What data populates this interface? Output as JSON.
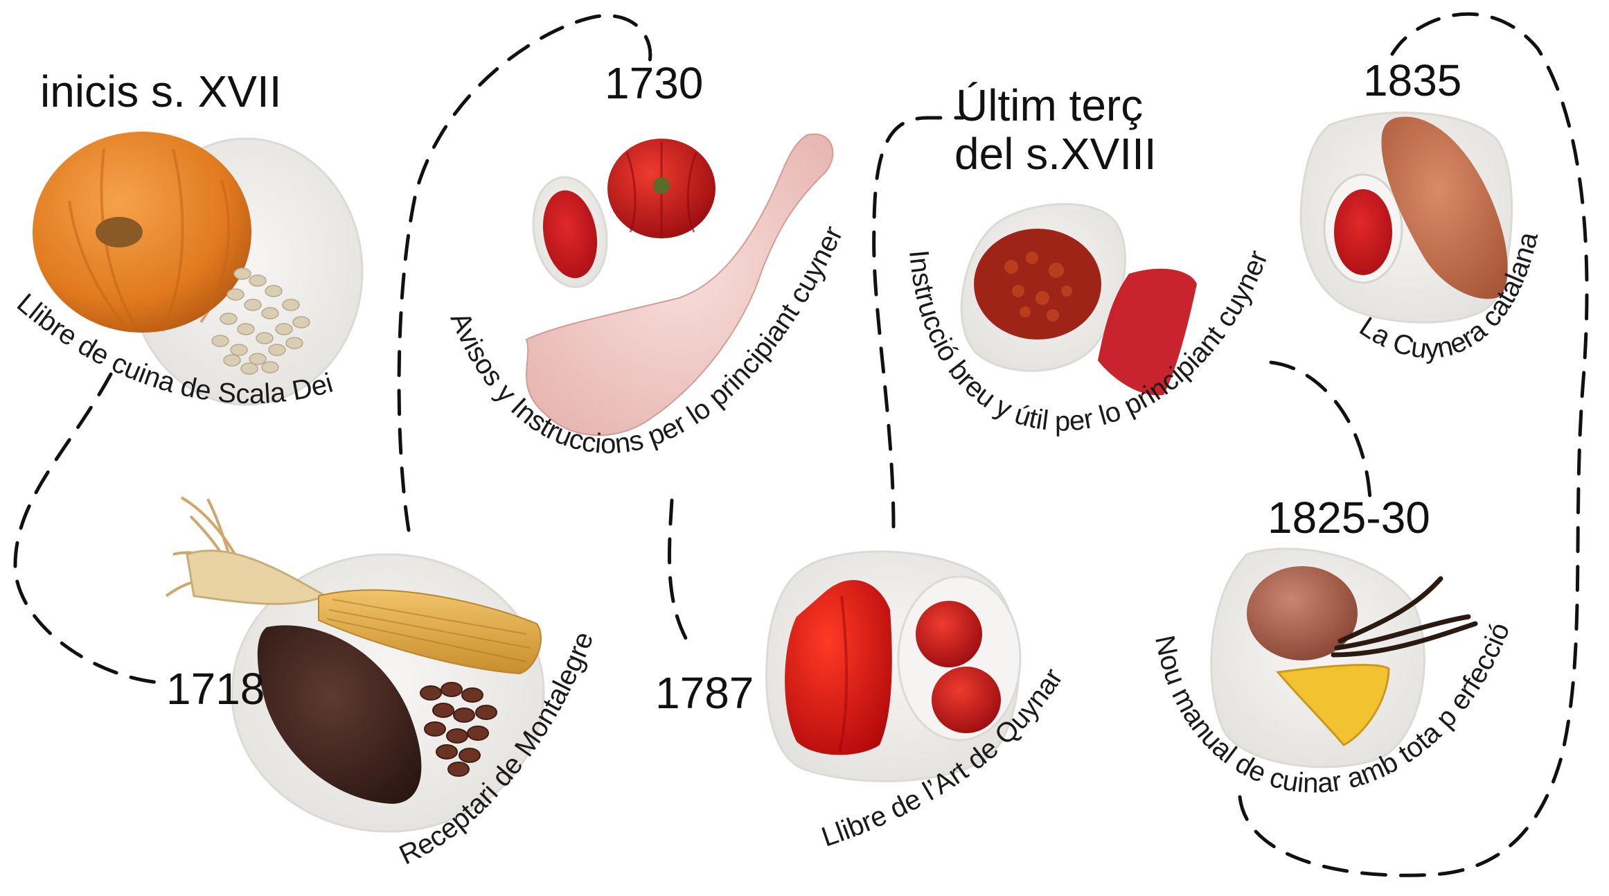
{
  "timeline": {
    "entries": [
      {
        "id": "scala-dei",
        "date": "inicis s. XVII",
        "book": "Llibre de cuina de Scala Dei",
        "foods": [
          "pumpkin",
          "white beans"
        ]
      },
      {
        "id": "montalegre",
        "date": "1718",
        "book": "Receptari de Montalegre",
        "foods": [
          "corn cob",
          "cocoa pod",
          "cocoa beans"
        ]
      },
      {
        "id": "avisos",
        "date": "1730",
        "book": "Avisos y Instruccions per lo principiant cuyner",
        "foods": [
          "tomato",
          "tomato sauce",
          "turkey leg"
        ]
      },
      {
        "id": "art-quynar",
        "date": "1787",
        "book": "Llibre de l’Art de Quynar",
        "foods": [
          "red pepper",
          "peeled tomatoes"
        ]
      },
      {
        "id": "instruccio",
        "date_line1": "Últim terç",
        "date_line2": "del s.XVIII",
        "book": "Instrucció breu y útil per lo principiant cuyner",
        "foods": [
          "tomato sofregit",
          "roasted red pepper"
        ]
      },
      {
        "id": "nou-manual",
        "date": "1825-30",
        "book": "Nou manual de cuinar amb tota p erfecció",
        "foods": [
          "potato",
          "vanilla pods",
          "potato omelette"
        ]
      },
      {
        "id": "cuynera",
        "date": "1835",
        "book": "La Cuynera catalana",
        "foods": [
          "sweet potato",
          "tomato sauce"
        ]
      }
    ]
  },
  "colors": {
    "plate": "#f2f1ef",
    "pumpkin": "#e8862a",
    "tomato": "#c8161a",
    "turkey": "#f0c9c6",
    "corn": "#e6b24d",
    "cocoa": "#4a2a22",
    "potato": "#b5644e",
    "sweet_potato": "#c77453",
    "omelette": "#f2c230",
    "line": "#111111"
  }
}
